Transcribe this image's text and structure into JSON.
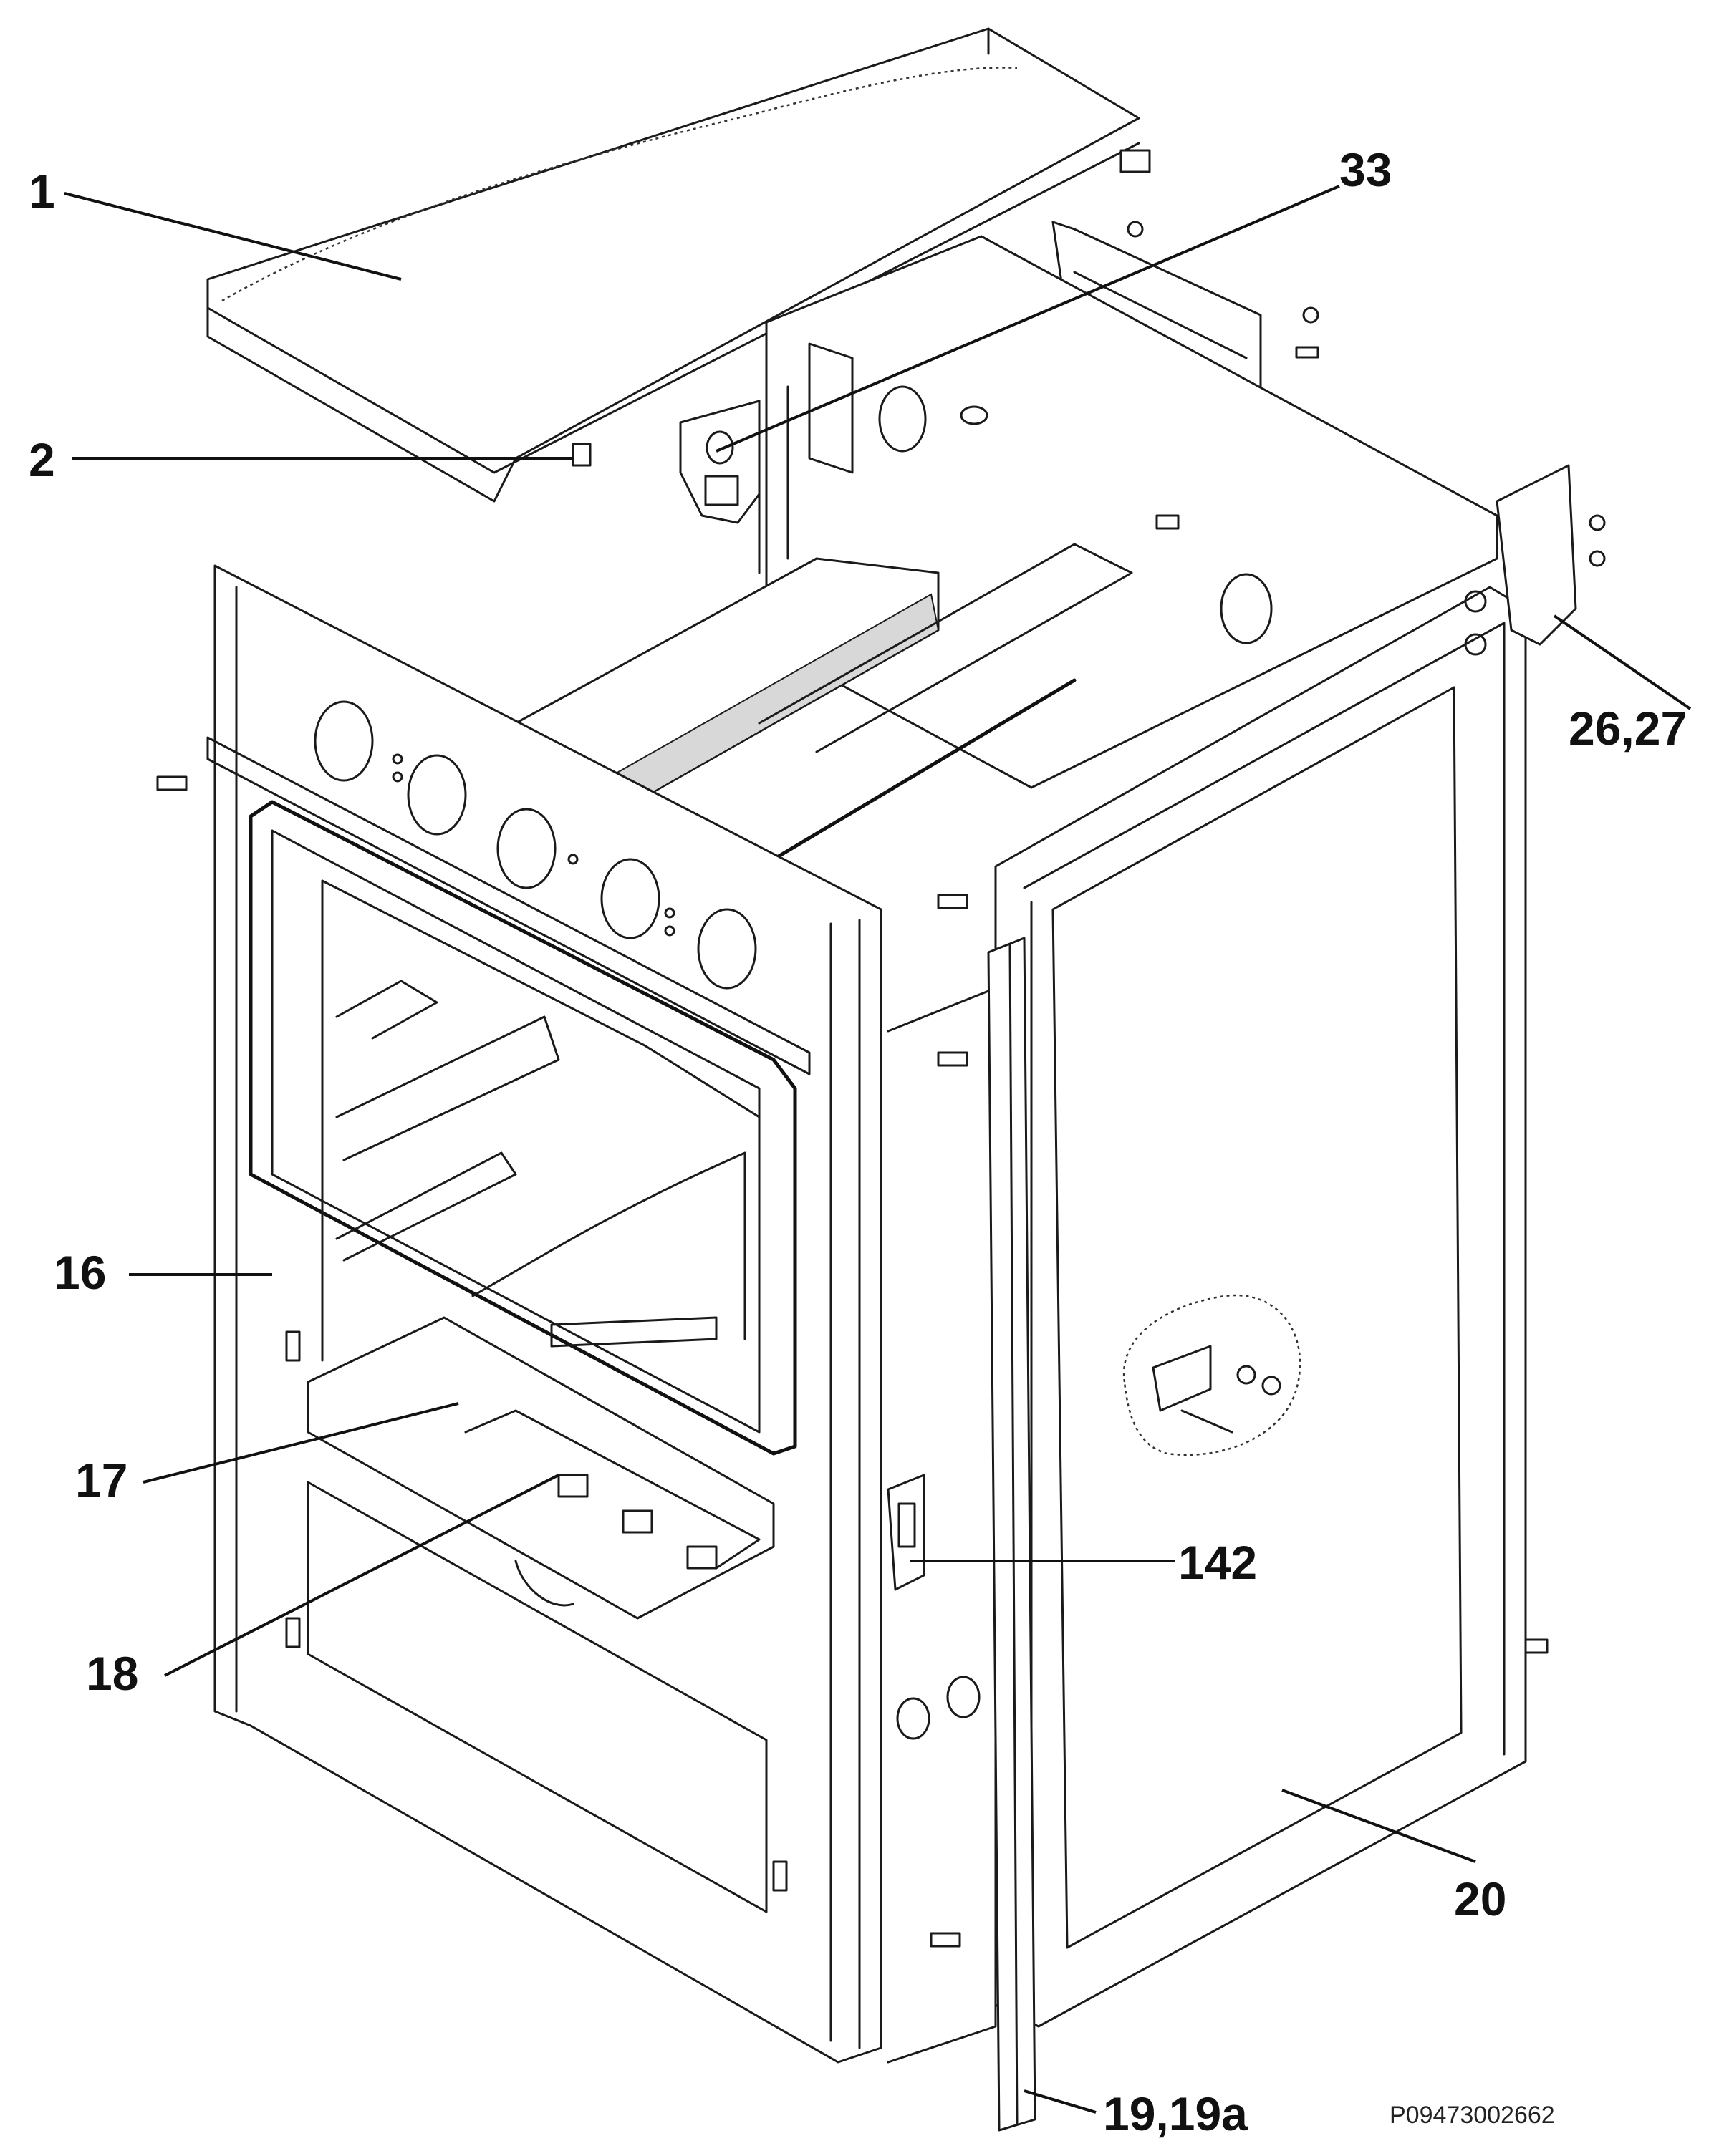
{
  "callouts": [
    {
      "id": "1",
      "text": "1"
    },
    {
      "id": "2",
      "text": "2"
    },
    {
      "id": "33",
      "text": "33"
    },
    {
      "id": "26-27",
      "text": "26,27"
    },
    {
      "id": "16",
      "text": "16"
    },
    {
      "id": "17",
      "text": "17"
    },
    {
      "id": "18",
      "text": "18"
    },
    {
      "id": "142",
      "text": "142"
    },
    {
      "id": "20",
      "text": "20"
    },
    {
      "id": "19-19a",
      "text": "19,19a"
    }
  ],
  "reference_code": "P09473002662"
}
